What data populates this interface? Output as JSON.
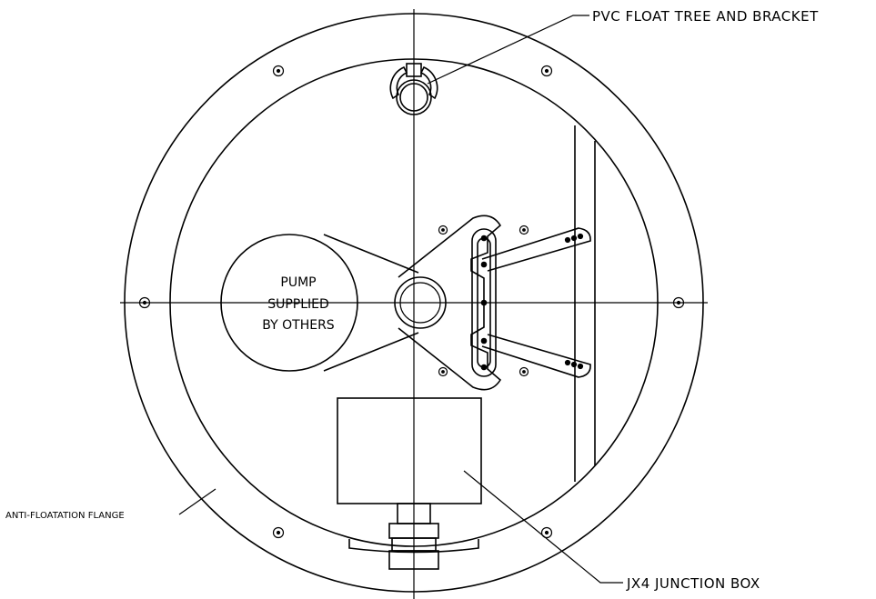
{
  "drawing": {
    "labels": {
      "float_tree": "PVC FLOAT TREE AND BRACKET",
      "pump_line1": "PUMP",
      "pump_line2": "SUPPLIED",
      "pump_line3": "BY OTHERS",
      "flange": "ANTI-FLOATATION FLANGE",
      "junction_box": "JX4 JUNCTION BOX"
    },
    "colors": {
      "line": "#000000",
      "background": "#ffffff"
    }
  }
}
